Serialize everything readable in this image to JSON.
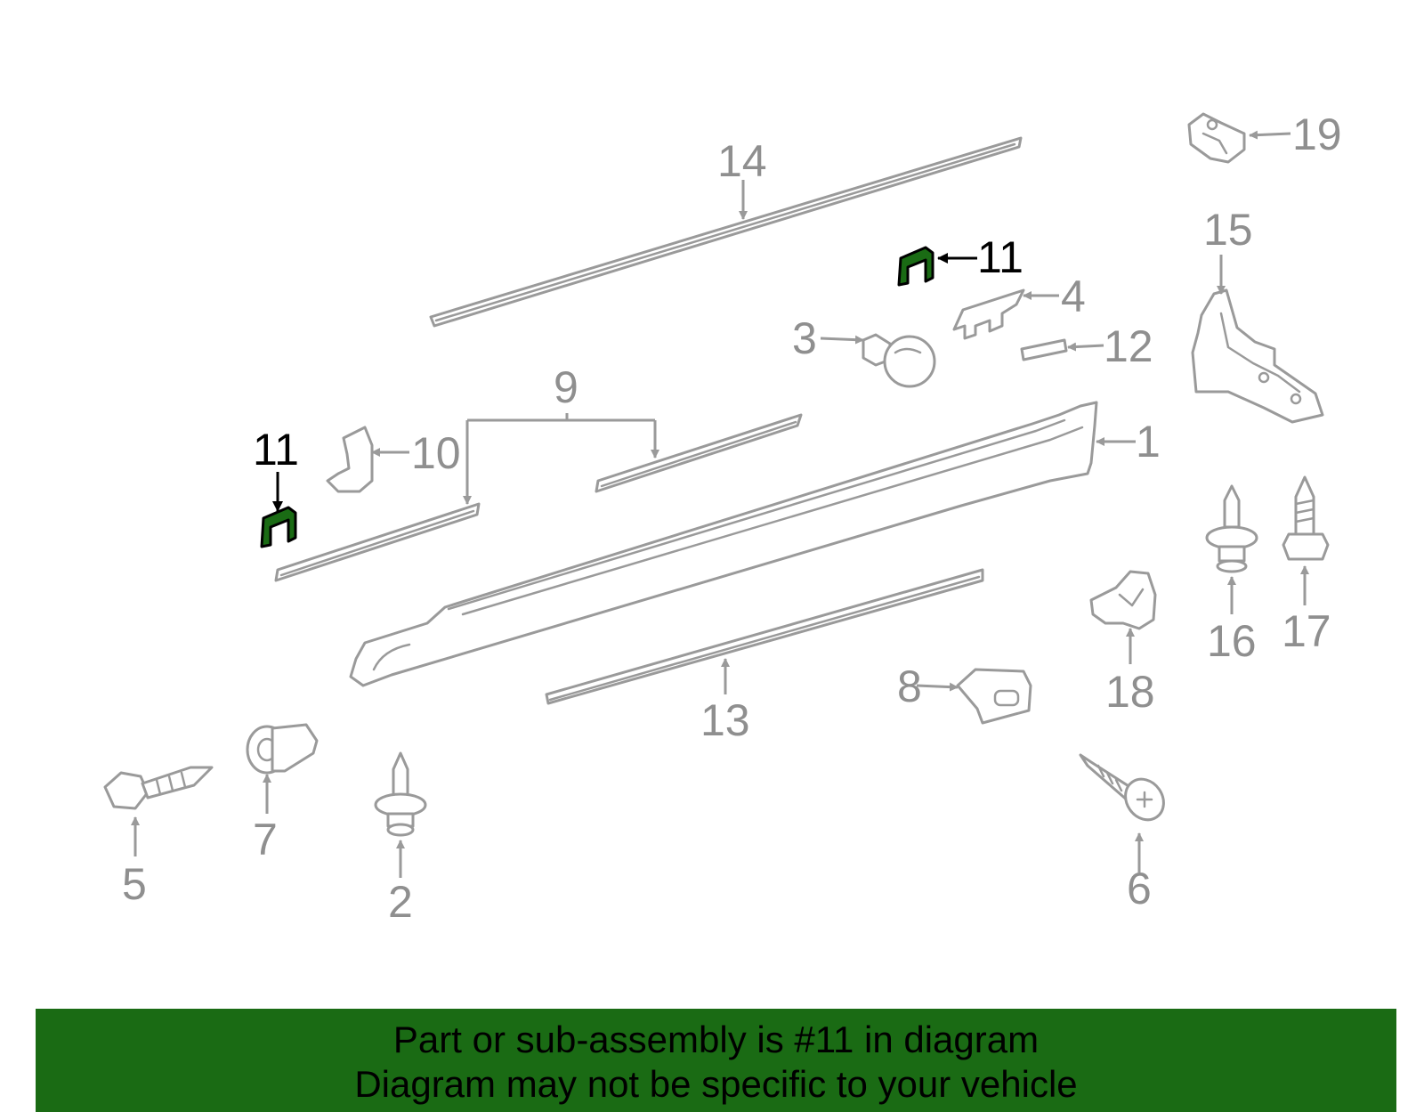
{
  "highlight_color": "#1a6b14",
  "banner": {
    "line1": "Part or sub-assembly is #11 in diagram",
    "line2": "Diagram may not be specific to your vehicle"
  },
  "callouts": {
    "c1": "1",
    "c2": "2",
    "c3": "3",
    "c4": "4",
    "c5": "5",
    "c6": "6",
    "c7": "7",
    "c8": "8",
    "c9": "9",
    "c10": "10",
    "c11_left": "11",
    "c11_right": "11",
    "c12": "12",
    "c13": "13",
    "c14": "14",
    "c15": "15",
    "c16": "16",
    "c17": "17",
    "c18": "18",
    "c19": "19"
  }
}
